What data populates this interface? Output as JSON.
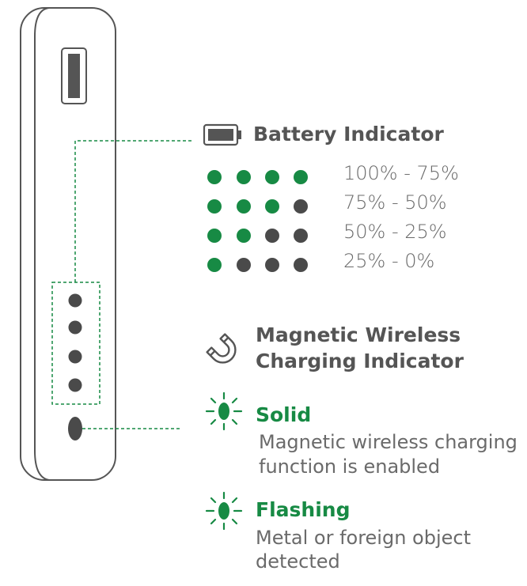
{
  "colors": {
    "green": "#178a44",
    "dark": "#4a4a4a",
    "outline": "#555555"
  },
  "battery_indicator": {
    "icon": "battery-icon",
    "title": "Battery Indicator",
    "levels": [
      {
        "label": "100% - 75%",
        "lit": 4
      },
      {
        "label": "75% - 50%",
        "lit": 3
      },
      {
        "label": "50% - 25%",
        "lit": 2
      },
      {
        "label": "25% - 0%",
        "lit": 1
      }
    ]
  },
  "wireless_indicator": {
    "icon": "magnet-icon",
    "title_line1": "Magnetic Wireless",
    "title_line2": "Charging Indicator",
    "states": [
      {
        "icon": "light-burst-icon",
        "name": "Solid",
        "desc_line1": "Magnetic wireless charging",
        "desc_line2": "function is enabled"
      },
      {
        "icon": "light-burst-icon",
        "name": "Flashing",
        "desc_line1": "Metal or foreign object",
        "desc_line2": "detected"
      }
    ]
  }
}
